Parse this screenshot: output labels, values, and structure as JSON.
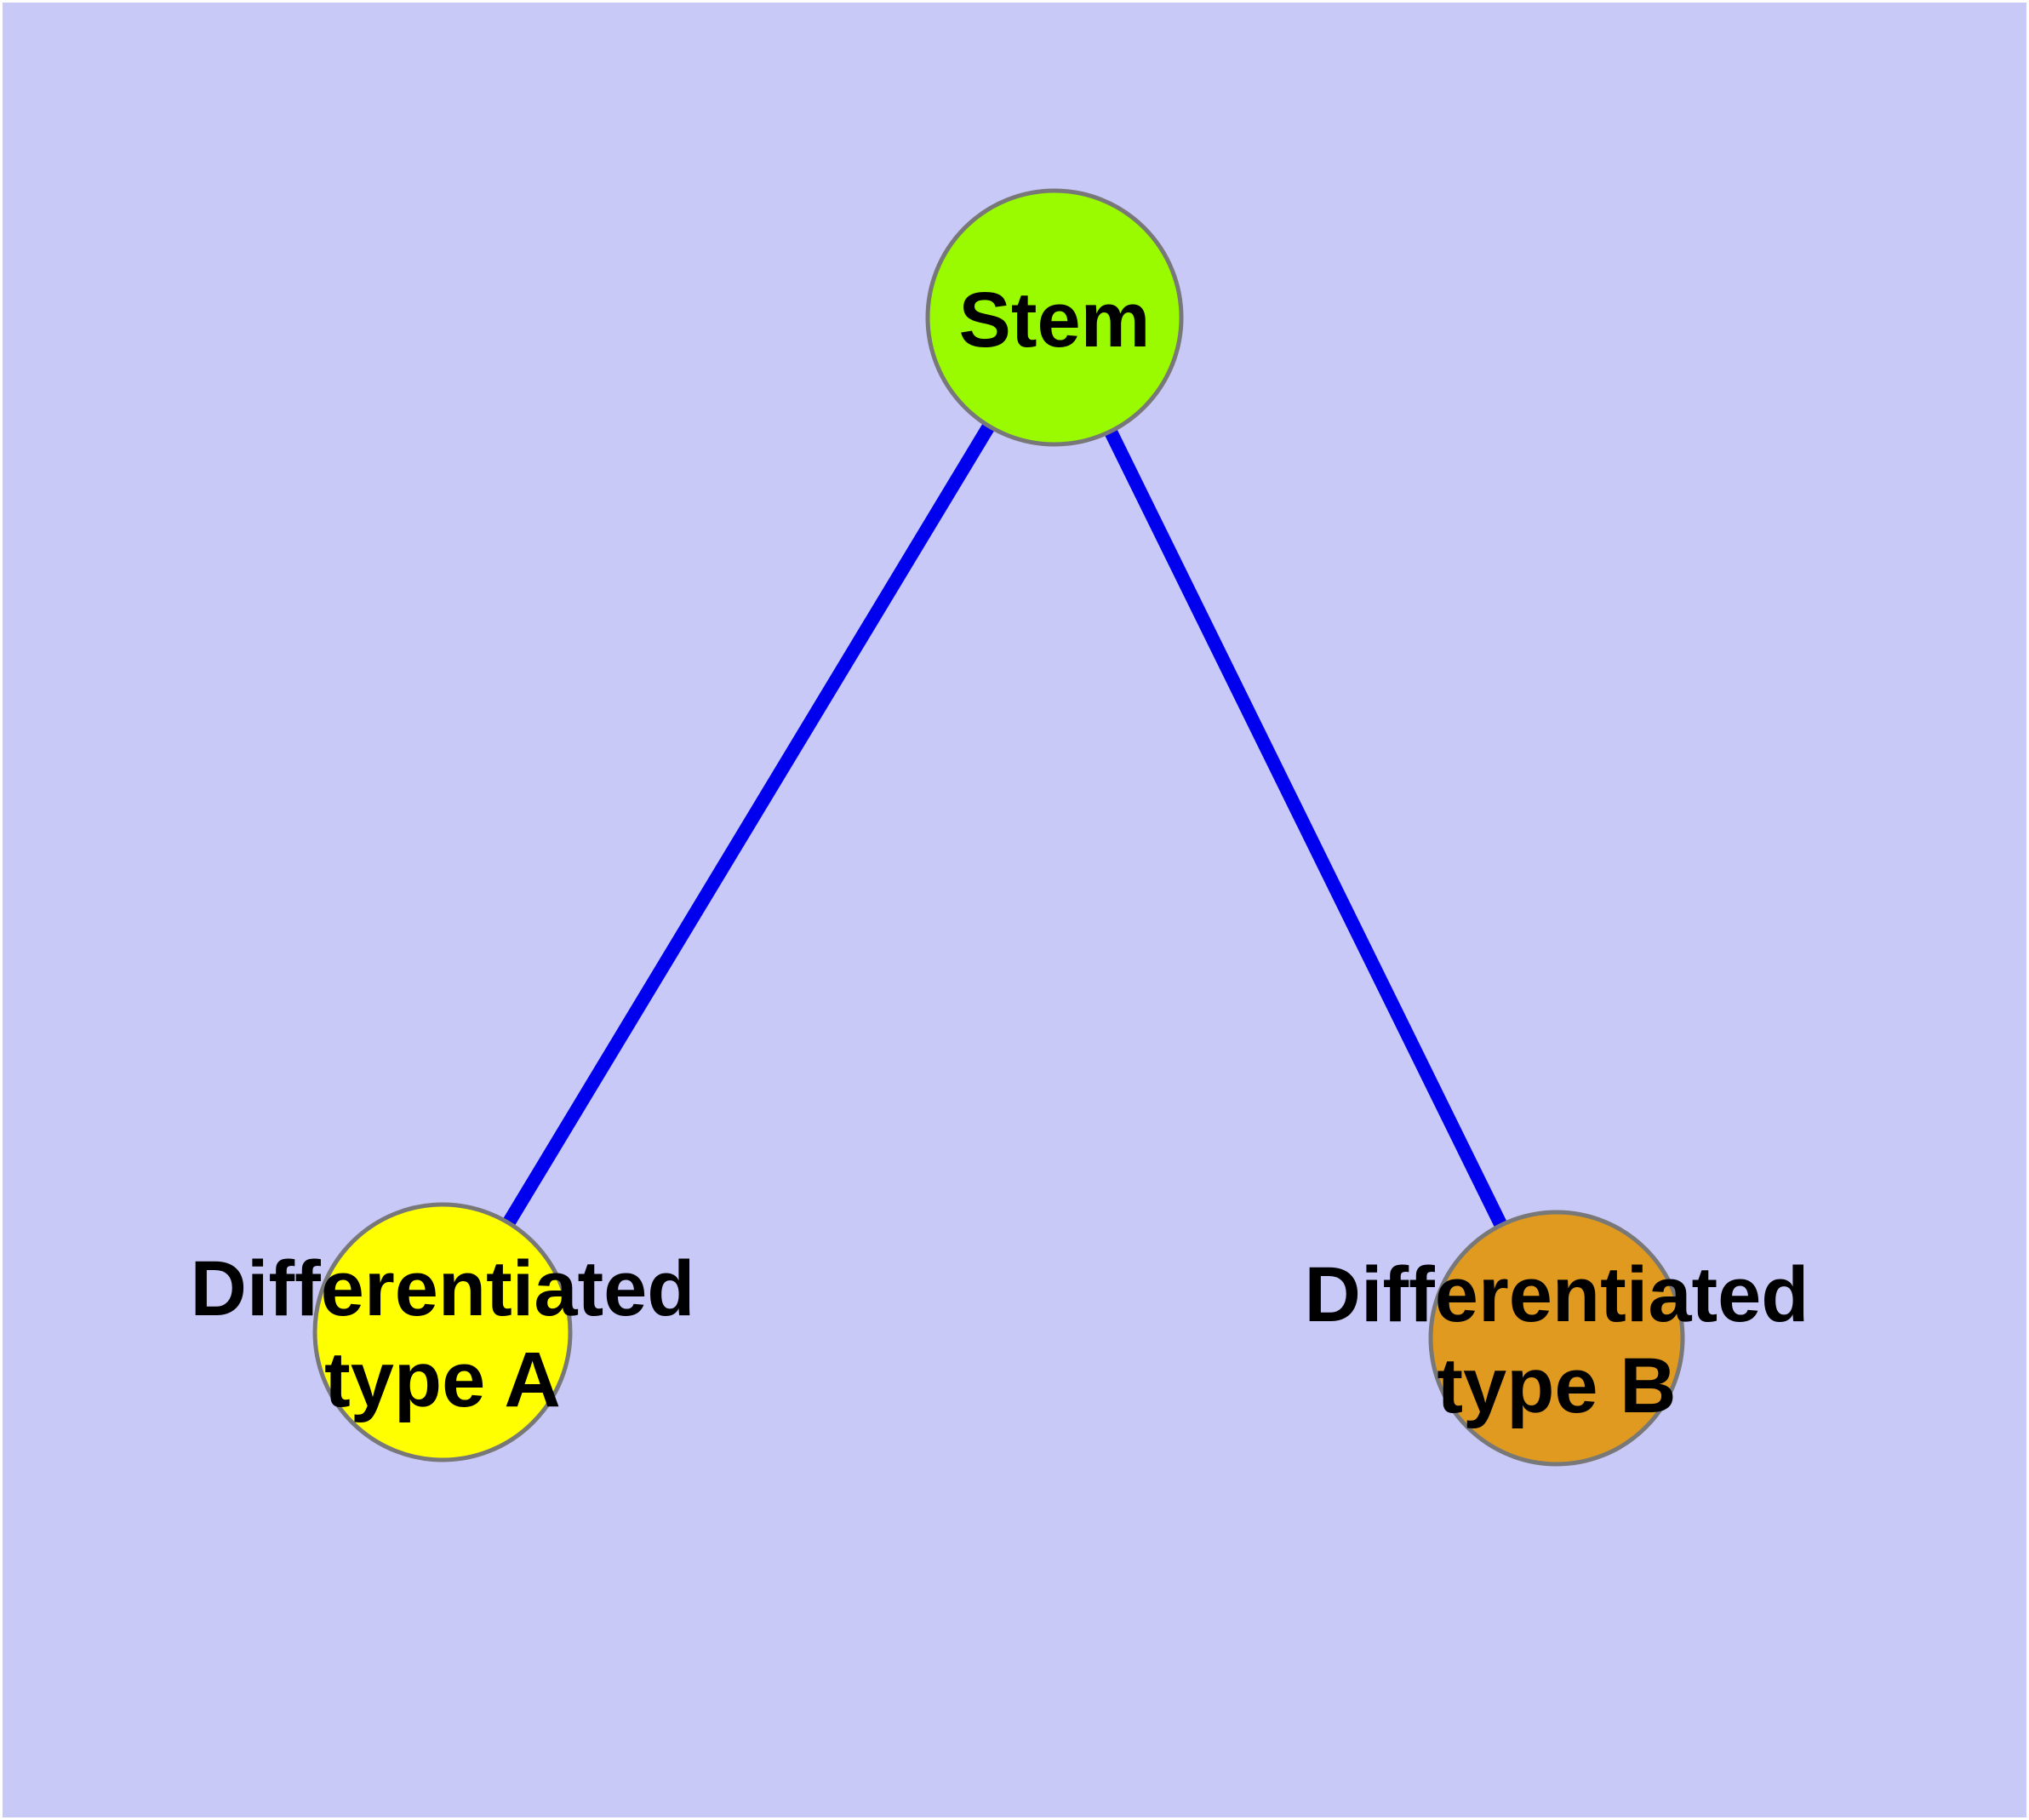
{
  "diagram": {
    "type": "node-link-graph",
    "background_color": "#C9C9F8",
    "margin_color": "#FFFFFF",
    "node_border_color": "#787878",
    "label_color": "#000000",
    "nodes": {
      "stem": {
        "label": "Stem",
        "fill": "#9AFA00"
      },
      "type_a": {
        "label_line1": "Differentiated",
        "label_line2": "type A",
        "fill": "#FFFF00"
      },
      "type_b": {
        "label_line1": "Differentiated",
        "label_line2": "type B",
        "fill": "#E09A20"
      }
    },
    "edges": [
      {
        "from": "stem",
        "to": "type_a",
        "color": "#0000EE"
      },
      {
        "from": "stem",
        "to": "type_b",
        "color": "#0000EE"
      }
    ]
  }
}
